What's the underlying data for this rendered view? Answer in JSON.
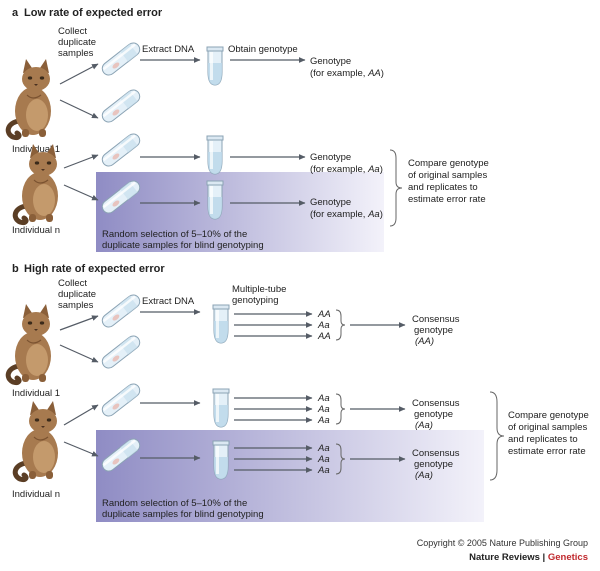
{
  "panel_a": {
    "letter": "a",
    "title": "Low rate of expected error",
    "collect": [
      "Collect",
      "duplicate",
      "samples"
    ],
    "extract": "Extract DNA",
    "obtain": "Obtain genotype",
    "genotype_word": "Genotype",
    "example_1": [
      "(for example, ",
      "AA",
      ")"
    ],
    "example_2": [
      "(for example, ",
      "Aa",
      ")"
    ],
    "example_3": [
      "(for example, ",
      "Aa",
      ")"
    ],
    "individual_1": "Individual 1",
    "individual_n": "Individual n",
    "compare": [
      "Compare genotype",
      "of original samples",
      "and replicates to",
      "estimate error rate"
    ],
    "random": [
      "Random selection of 5–10% of the",
      "duplicate samples for blind genotyping"
    ]
  },
  "panel_b": {
    "letter": "b",
    "title": "High rate of expected error",
    "collect": [
      "Collect",
      "duplicate",
      "samples"
    ],
    "extract": "Extract DNA",
    "multiple": [
      "Multiple-tube",
      "genotyping"
    ],
    "row1_calls": [
      "AA",
      "Aa",
      "AA"
    ],
    "row2_calls": [
      "Aa",
      "Aa",
      "Aa"
    ],
    "row3_calls": [
      "Aa",
      "Aa",
      "Aa"
    ],
    "consensus": [
      "Consensus",
      "genotype"
    ],
    "consensus_1": "(AA)",
    "consensus_2": "(Aa)",
    "consensus_3": "(Aa)",
    "individual_1": "Individual 1",
    "individual_n": "Individual n",
    "compare": [
      "Compare genotype",
      "of original samples",
      "and replicates to",
      "estimate error rate"
    ],
    "random": [
      "Random selection of 5–10% of the",
      "duplicate samples for blind genotyping"
    ]
  },
  "footer": {
    "copyright": "Copyright © 2005 Nature Publishing Group",
    "journal": "Nature Reviews",
    "separator": " | ",
    "section": "Genetics"
  },
  "colors": {
    "shade_dark": "#8f8cc4",
    "shade_light": "#f3f2fa",
    "accent_red": "#c0282d",
    "tube_fill": "#e4f0f8",
    "tube_stroke": "#8ba3b4",
    "liquid": "#bcd8ea",
    "cat_body": "#a77a4f",
    "cat_dark": "#5b3e25"
  }
}
